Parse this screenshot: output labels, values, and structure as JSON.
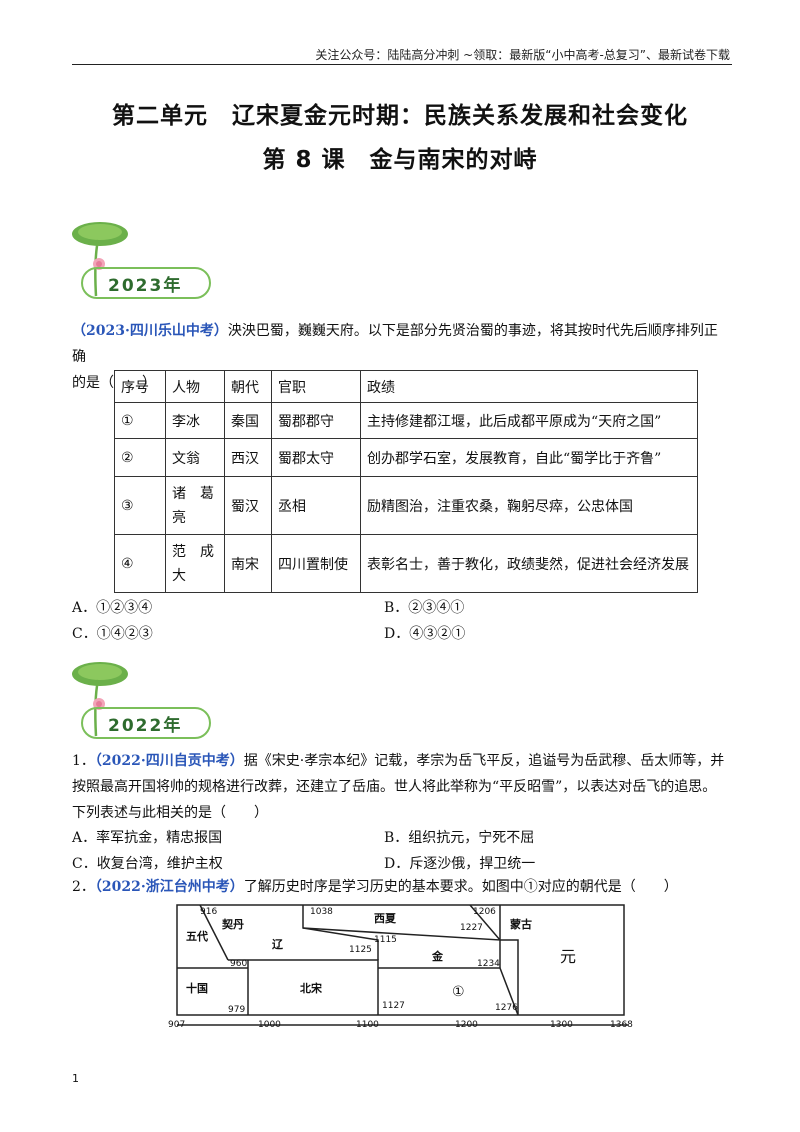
{
  "header": {
    "note": "关注公众号：陆陆高分冲刺 ~领取：最新版“小中高考-总复习”、最新试卷下载"
  },
  "unit_title": "第二单元　辽宋夏金元时期：民族关系发展和社会变化",
  "lesson_title": "第 8 课　金与南宋的对峙",
  "badges": {
    "y2023": "2023年",
    "y2022": "2022年"
  },
  "q2023": {
    "source": "（2023·四川乐山中考）",
    "stem_1": "泱泱巴蜀，巍巍天府。以下是部分先贤治蜀的事迹，将其按时代先后顺序排列正确",
    "stem_2": "的是（　　）",
    "table": {
      "headers": [
        "序号",
        "人物",
        "朝代",
        "官职",
        "政绩"
      ],
      "rows": [
        [
          "①",
          "李冰",
          "秦国",
          "蜀郡郡守",
          "主持修建都江堰，此后成都平原成为“天府之国”"
        ],
        [
          "②",
          "文翁",
          "西汉",
          "蜀郡太守",
          "创办郡学石室，发展教育，自此“蜀学比于齐鲁”"
        ],
        [
          "③",
          "诸　葛亮",
          "蜀汉",
          "丞相",
          "励精图治，注重农桑，鞠躬尽瘁，公忠体国"
        ],
        [
          "④",
          "范　成大",
          "南宋",
          "四川置制使",
          "表彰名士，善于教化，政绩斐然，促进社会经济发展"
        ]
      ]
    },
    "options": {
      "A": "A．①②③④",
      "B": "B．②③④①",
      "C": "C．①④②③",
      "D": "D．④③②①"
    }
  },
  "q1": {
    "num": "1．",
    "source": "（2022·四川自贡中考）",
    "stem_1": "据《宋史·孝宗本纪》记载，孝宗为岳飞平反，追谥号为岳武穆、岳太师等，并",
    "stem_2": "按照最高开国将帅的规格进行改葬，还建立了岳庙。世人将此举称为“平反昭雪”，以表达对岳飞的追思。",
    "stem_3": "下列表述与此相关的是（　　）",
    "options": {
      "A": "A．率军抗金，精忠报国",
      "B": "B．组织抗元，宁死不屈",
      "C": "C．收复台湾，维护主权",
      "D": "D．斥逐沙俄，捍卫统一"
    }
  },
  "q2": {
    "num": "2．",
    "source": "（2022·浙江台州中考）",
    "stem": "了解历史时序是学习历史的基本要求。如图中①对应的朝代是（　　）"
  },
  "timeline": {
    "regions": [
      "五代",
      "十国",
      "契丹",
      "辽",
      "北宋",
      "西夏",
      "金",
      "①",
      "蒙古",
      "元"
    ],
    "years": [
      "916",
      "960",
      "979",
      "1038",
      "1115",
      "1125",
      "1127",
      "1206",
      "1227",
      "1234",
      "1276"
    ],
    "axis": [
      "907",
      "1000",
      "1100",
      "1200",
      "1300",
      "1368"
    ]
  },
  "page_number": "1"
}
